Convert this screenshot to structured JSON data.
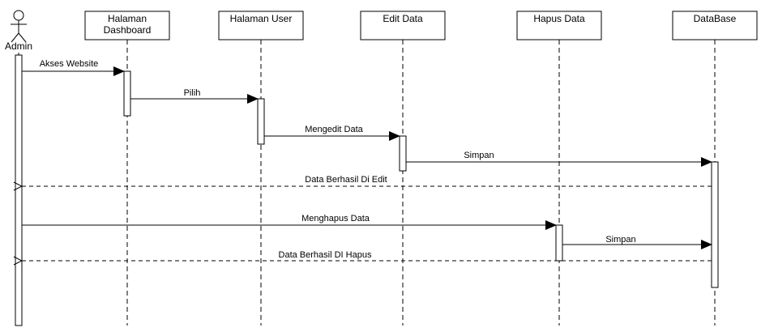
{
  "diagram": {
    "type": "sequence",
    "actor": {
      "label": "Admin"
    },
    "participants": [
      {
        "id": "dashboard",
        "lines": [
          "Halaman",
          "Dashboard"
        ]
      },
      {
        "id": "user",
        "lines": [
          "Halaman User"
        ]
      },
      {
        "id": "edit",
        "lines": [
          "Edit Data"
        ]
      },
      {
        "id": "hapus",
        "lines": [
          "Hapus Data"
        ]
      },
      {
        "id": "db",
        "lines": [
          "DataBase"
        ]
      }
    ],
    "messages": [
      {
        "from": "admin",
        "to": "dashboard",
        "label": "Akses Website",
        "style": "sync"
      },
      {
        "from": "dashboard",
        "to": "user",
        "label": "Pilih",
        "style": "sync"
      },
      {
        "from": "user",
        "to": "edit",
        "label": "Mengedit Data",
        "style": "sync"
      },
      {
        "from": "edit",
        "to": "db",
        "label": "Simpan",
        "style": "sync"
      },
      {
        "from": "db",
        "to": "admin",
        "label": "Data Berhasil Di Edit",
        "style": "return"
      },
      {
        "from": "admin",
        "to": "hapus",
        "label": "Menghapus Data",
        "style": "sync"
      },
      {
        "from": "hapus",
        "to": "db",
        "label": "Simpan",
        "style": "sync"
      },
      {
        "from": "db",
        "to": "admin",
        "label": "Data Berhasil DI Hapus",
        "style": "return"
      }
    ]
  }
}
